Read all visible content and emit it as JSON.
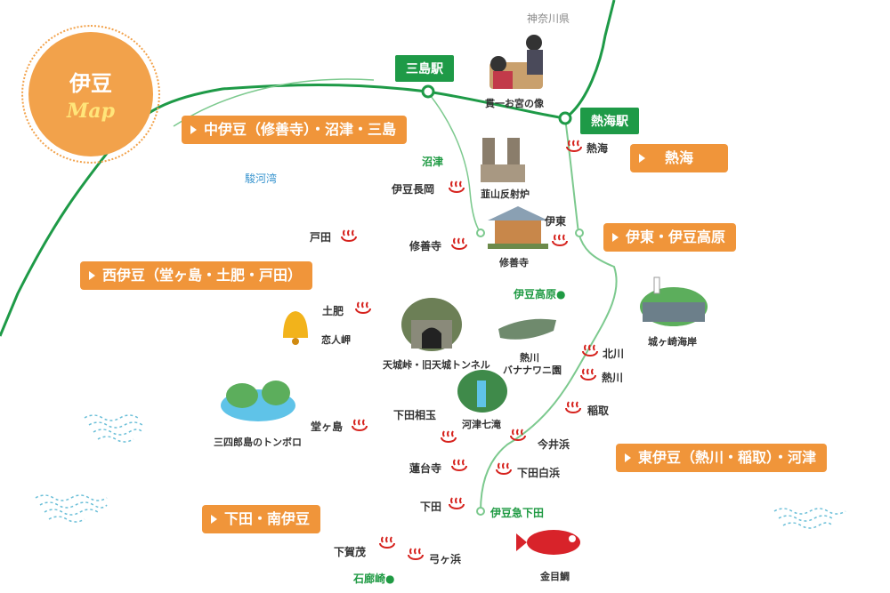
{
  "badge": {
    "title": "伊豆",
    "subtitle": "Map"
  },
  "prefecture": "神奈川県",
  "bay": "駿河湾",
  "stations": {
    "mishima": "三島駅",
    "atami": "熱海駅"
  },
  "regions": {
    "naka_izu": "中伊豆（修善寺）・沼津・三島",
    "atami": "熱海",
    "ito": "伊東・伊豆高原",
    "nishi_izu": "西伊豆（堂ヶ島・土肥・戸田）",
    "higashi_izu": "東伊豆（熱川・稲取）・河津",
    "shimoda": "下田・南伊豆"
  },
  "onsen": {
    "atami": "熱海",
    "izu_nagaoka": "伊豆長岡",
    "ito": "伊東",
    "heda": "戸田",
    "shuzenji": "修善寺",
    "toi": "土肥",
    "hokkawa": "北川",
    "atagawa": "熱川",
    "inatori": "稲取",
    "dogashima": "堂ヶ島",
    "imaihama": "今井浜",
    "rendaiji": "蓮台寺",
    "shimoda_shirahama": "下田白浜",
    "shimoda": "下田",
    "shimogamo": "下賀茂",
    "yumigahama": "弓ヶ浜"
  },
  "places": {
    "numazu": "沼津",
    "izu_kogen": "伊豆高原●",
    "shimoda_aitama": "下田相玉",
    "izukyu_shimoda": "伊豆急下田",
    "irozaki": "石廊崎●"
  },
  "landmarks": {
    "kanichi_omiya": "貫一お宮の像",
    "nirayama": "韮山反射炉",
    "shuzenji_temple": "修善寺",
    "koibitomisaki": "恋人岬",
    "amagi_tunnel": "天城峠・旧天城トンネル",
    "atagawa_banana_wani_1": "熱川",
    "atagawa_banana_wani_2": "バナナワニ園",
    "jogasaki": "城ヶ崎海岸",
    "kawazu_nanadaru": "河津七滝",
    "sanshiro_tombolo": "三四郎島のトンボロ",
    "kinmedai": "金目鯛"
  },
  "colors": {
    "rail": "#1e9a47",
    "region": "#f0953a",
    "onsen": "#d6231e",
    "sea_text": "#3a95cf"
  }
}
